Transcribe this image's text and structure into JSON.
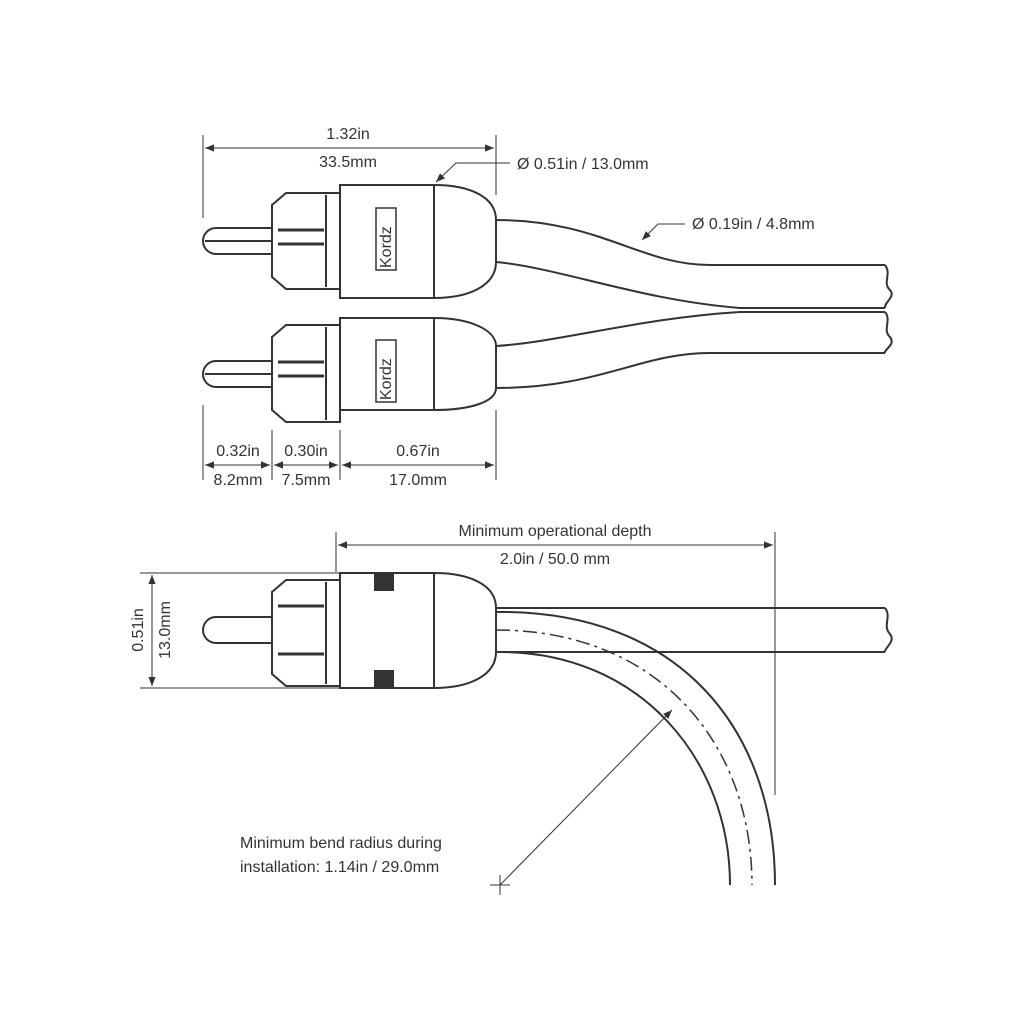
{
  "brand": "Kordz",
  "colors": {
    "line": "#333333",
    "background": "#ffffff"
  },
  "top_view": {
    "overall_length": {
      "inch": "1.32in",
      "mm": "33.5mm"
    },
    "connector_diameter": "Ø 0.51in / 13.0mm",
    "cable_diameter": "Ø 0.19in / 4.8mm",
    "segments": [
      {
        "inch": "0.32in",
        "mm": "8.2mm"
      },
      {
        "inch": "0.30in",
        "mm": "7.5mm"
      },
      {
        "inch": "0.67in",
        "mm": "17.0mm"
      }
    ]
  },
  "side_view": {
    "height": {
      "inch": "0.51in",
      "mm": "13.0mm"
    },
    "depth_label": "Minimum operational depth",
    "depth_value": "2.0in / 50.0 mm",
    "bend_label_line1": "Minimum bend radius during",
    "bend_label_line2": "installation: 1.14in / 29.0mm"
  }
}
